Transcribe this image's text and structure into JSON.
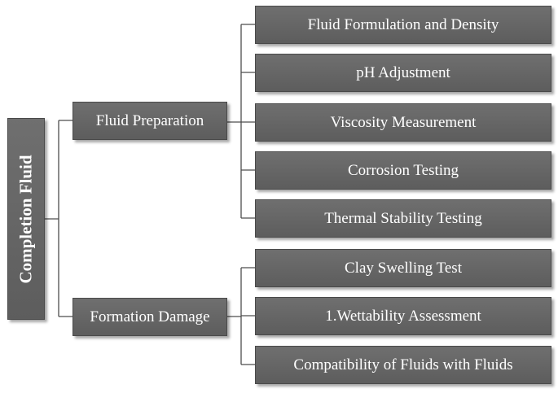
{
  "diagram": {
    "root": {
      "label": "Completion Fluid"
    },
    "branches": [
      {
        "label": "Fluid Preparation",
        "children": [
          "Fluid Formulation and Density",
          "pH Adjustment",
          "Viscosity Measurement",
          "Corrosion Testing",
          "Thermal Stability Testing"
        ]
      },
      {
        "label": "Formation Damage",
        "children": [
          "Clay Swelling Test",
          "1.Wettability Assessment",
          "Compatibility of Fluids with Fluids"
        ]
      }
    ],
    "colors": {
      "box_fill": "#666666",
      "text": "#ffffff",
      "connector": "#4d4d4d"
    }
  }
}
